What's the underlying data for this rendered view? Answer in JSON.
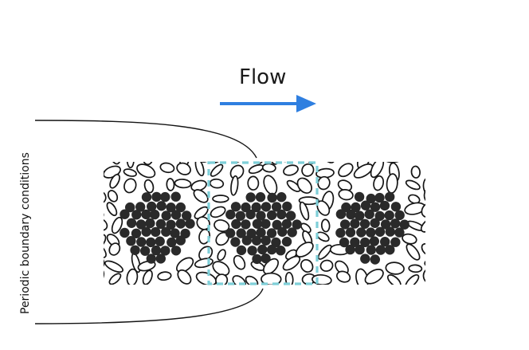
{
  "labels": {
    "flow": "Flow",
    "boundary": "Periodic boundary conditions"
  },
  "colors": {
    "arrow": "#2f7fe0",
    "periodic_cell": "#7ecfd8",
    "grain_outline": "#151515",
    "cluster_fill": "#2a2a2a"
  },
  "diagram": {
    "cell_count": 3,
    "highlighted_cell": 2,
    "outline_grain_shape": "ellipse",
    "cluster_particle_shape": "circle"
  }
}
